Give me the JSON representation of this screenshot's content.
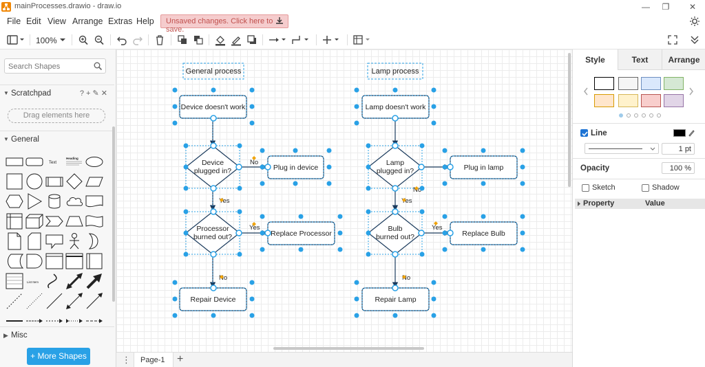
{
  "window": {
    "title": "mainProcesses.drawio - draw.io",
    "controls": {
      "minimize": "—",
      "maximize": "❐",
      "close": "✕"
    }
  },
  "menu": {
    "items": [
      "File",
      "Edit",
      "View",
      "Arrange",
      "Extras",
      "Help"
    ],
    "unsaved_notice": "Unsaved changes. Click here to save."
  },
  "toolbar": {
    "zoom": "100%",
    "icons": [
      "view-icon",
      "zoom-in-icon",
      "zoom-out-icon",
      "undo-icon",
      "redo-icon",
      "delete-icon",
      "to-front-icon",
      "to-back-icon",
      "fill-color-icon",
      "line-color-icon",
      "shadow-icon",
      "connection-icon",
      "waypoint-icon",
      "insert-icon",
      "table-icon",
      "fullscreen-icon",
      "collapse-icon"
    ]
  },
  "left_panel": {
    "search_placeholder": "Search Shapes",
    "scratchpad_label": "Scratchpad",
    "scratchpad_icons": "? + ✎ ✕",
    "drop_hint": "Drag elements here",
    "general_label": "General",
    "misc_label": "Misc",
    "more_shapes": "More Shapes",
    "shape_text_sample": "Text",
    "shape_heading_sample": "Heading",
    "shape_list_sample": "List Item"
  },
  "diagram": {
    "left": {
      "title": "General process",
      "start": "Device doesn't work",
      "decision1": [
        "Device",
        "plugged in?"
      ],
      "action1": "Plug in device",
      "decision2": [
        "Processor",
        "burned out?"
      ],
      "action2": "Replace Processor",
      "end": "Repair Device"
    },
    "right": {
      "title": "Lamp process",
      "start": "Lamp doesn't work",
      "decision1": [
        "Lamp",
        "plugged in?"
      ],
      "action1": "Plug in lamp",
      "decision2": [
        "Bulb",
        "burned out?"
      ],
      "action2": "Replace Bulb",
      "end": "Repair Lamp"
    },
    "edge_labels": {
      "no": "No",
      "yes": "Yes"
    },
    "accent": "#29a1e6",
    "stroke": "#1a3a5c"
  },
  "page_bar": {
    "menu_icon": "⋮",
    "tab": "Page-1",
    "add": "+"
  },
  "right_panel": {
    "tabs": [
      "Style",
      "Text",
      "Arrange"
    ],
    "swatches": [
      "#ffffff",
      "#f5f5f5",
      "#dae8fc",
      "#d5e8d4",
      "#ffe6cc",
      "#fff2cc",
      "#f8cecc",
      "#e1d5e7"
    ],
    "swatch_borders": [
      "#000000",
      "#666666",
      "#6c8ebf",
      "#82b366",
      "#d79b00",
      "#d6b656",
      "#b85450",
      "#9673a6"
    ],
    "line_label": "Line",
    "line_color": "#000000",
    "line_width": "1 pt",
    "opacity_label": "Opacity",
    "opacity_value": "100 %",
    "sketch_label": "Sketch",
    "shadow_label": "Shadow",
    "property_col": "Property",
    "value_col": "Value"
  }
}
